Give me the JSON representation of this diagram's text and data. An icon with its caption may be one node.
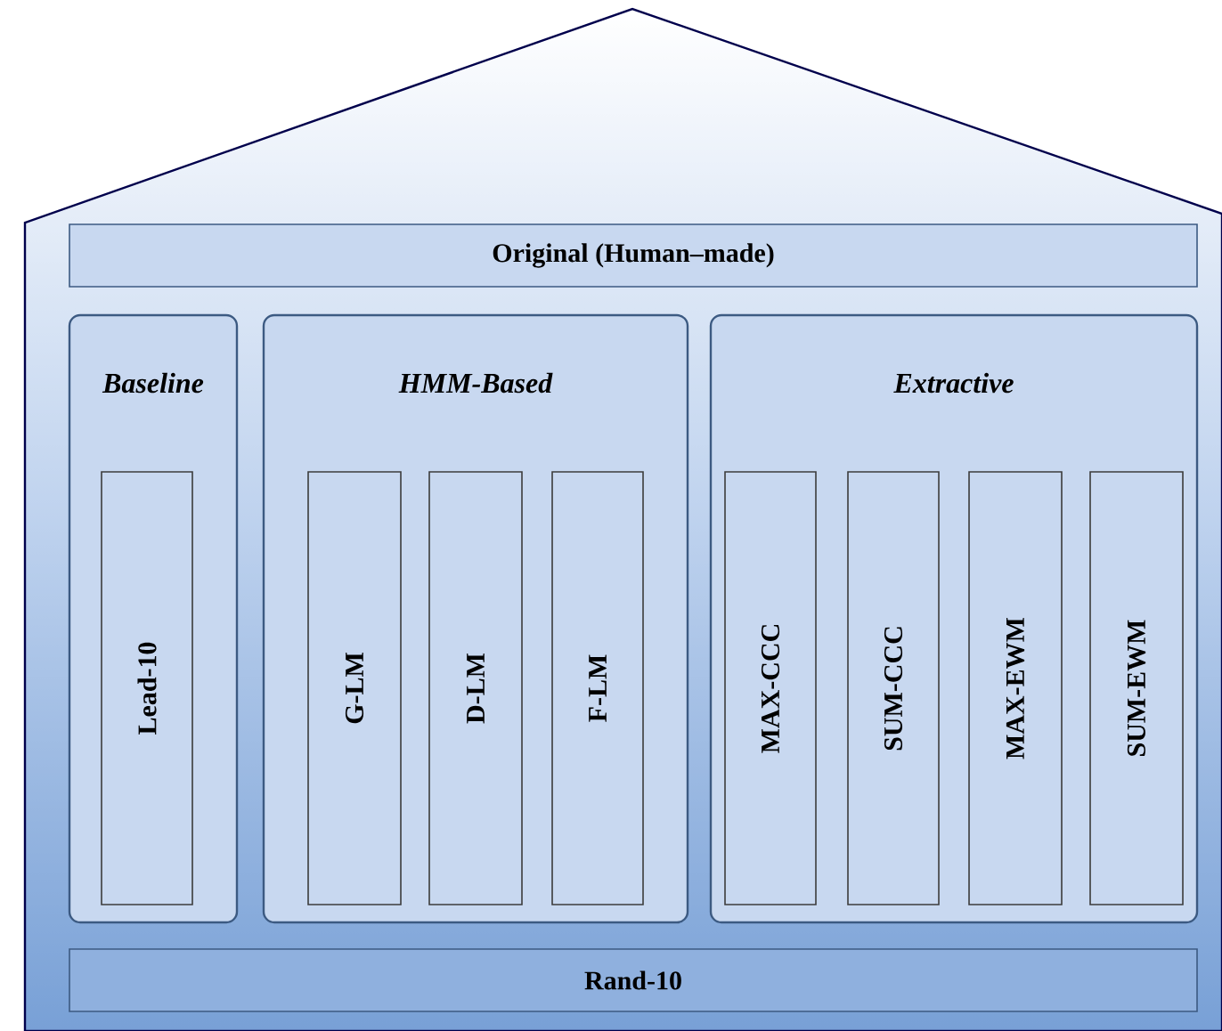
{
  "diagram": {
    "nodes": [
      {
        "text": [],
        "shape": "house"
      },
      {
        "text": [
          "Original (Human–made)"
        ],
        "in": 0
      },
      {
        "text": [
          "Baseline"
        ],
        "in": 0
      },
      {
        "text": [
          "Lead-10"
        ],
        "in": 2
      },
      {
        "text": [
          "HMM-Based"
        ],
        "in": 0
      },
      {
        "text": [
          "G-LM"
        ],
        "in": 4
      },
      {
        "text": [
          "D-LM"
        ],
        "in": 4
      },
      {
        "text": [
          "F-LM"
        ],
        "in": 4
      },
      {
        "text": [
          "Extractive"
        ],
        "in": 0
      },
      {
        "text": [
          "MAX-CCC"
        ],
        "in": 8
      },
      {
        "text": [
          "SUM-CCC"
        ],
        "in": 8
      },
      {
        "text": [
          "MAX-EWM"
        ],
        "in": 8
      },
      {
        "text": [
          "SUM-EWM"
        ],
        "in": 8
      },
      {
        "text": [
          "Rand-10"
        ],
        "in": 0
      }
    ]
  }
}
